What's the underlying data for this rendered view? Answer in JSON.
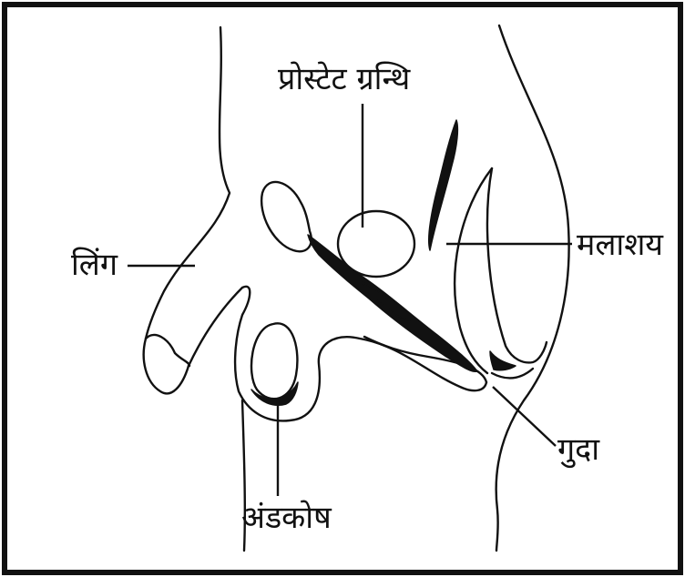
{
  "labels": {
    "prostate": "प्रोस्टेट ग्रन्थि",
    "penis": "लिंग",
    "rectum": "मलाशय",
    "anus": "गुदा",
    "scrotum": "अंडकोष"
  },
  "colors": {
    "ink": "#111111",
    "background": "#ffffff"
  }
}
